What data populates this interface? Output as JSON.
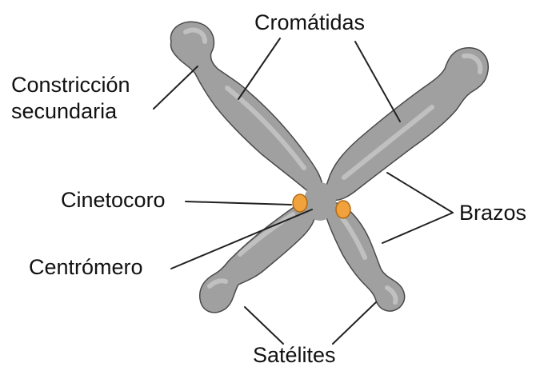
{
  "labels": {
    "cromatidas": "Cromátidas",
    "constriccion_line1": "Constricción",
    "constriccion_line2": "secundaria",
    "cinetocoro": "Cinetocoro",
    "brazos": "Brazos",
    "centromero": "Centrómero",
    "satelites": "Satélites"
  },
  "colors": {
    "chromatid_fill": "#9a9a9a",
    "chromatid_highlight": "#c4c4c4",
    "chromatid_outline": "#4a4a4a",
    "kinetochore_fill": "#f2a23c",
    "leader_line": "#222222",
    "text": "#111111"
  }
}
